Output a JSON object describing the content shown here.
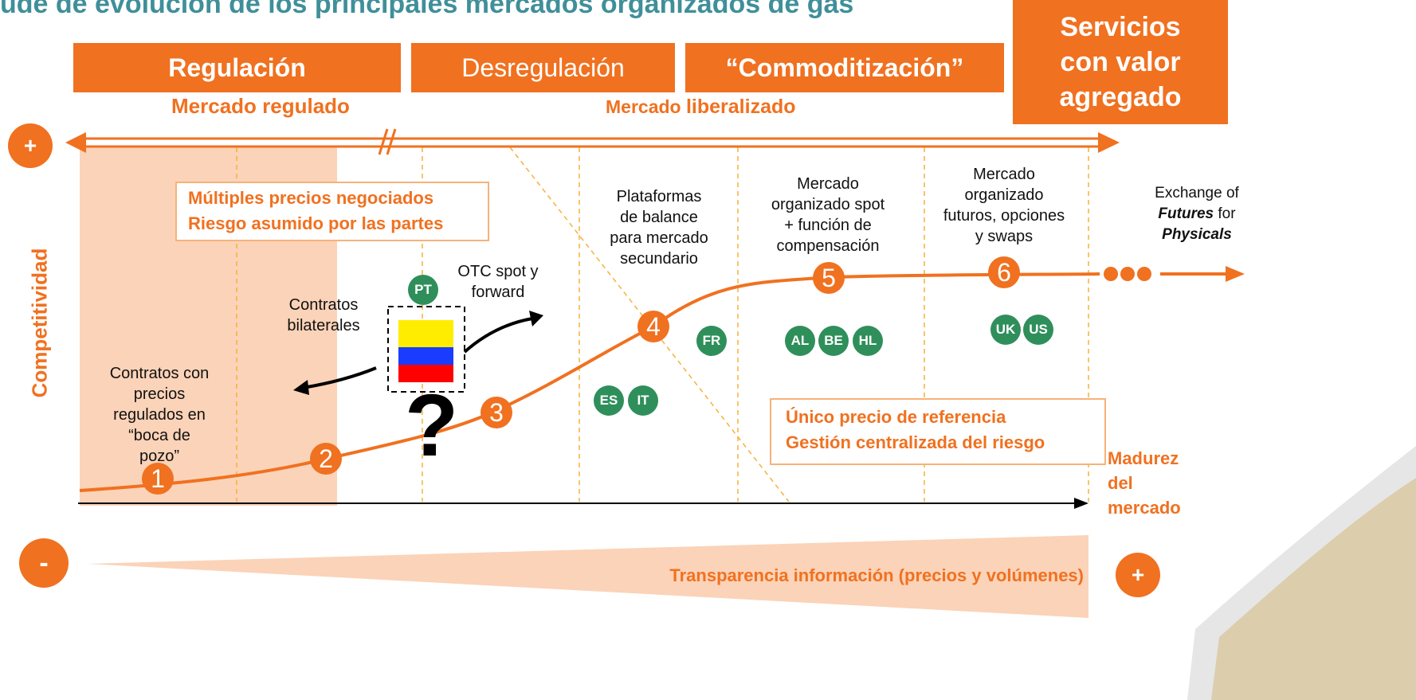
{
  "title": "ude de evolución de los principales mercados organizados de gas",
  "phases": {
    "regulacion": "Regulación",
    "desregulacion": "Desregulación",
    "commoditizacion": "“Commoditización”",
    "servicios": "Servicios\ncon valor\nagregado"
  },
  "market_types": {
    "regulado": "Mercado regulado",
    "liberalizado_a": "Mercado",
    "liberalizado_b": "liberalizado"
  },
  "axis": {
    "y_label": "Competitividad",
    "y_top_sign": "+",
    "x_label": "Madurez\ndel\nmercado",
    "transparency_label": "Transparencia información (precios y volúmenes)",
    "left_sign": "-",
    "right_sign": "+"
  },
  "boxes": {
    "top_left": "Múltiples precios negociados\nRiesgo asumido por las partes",
    "bottom_right": "Único precio de referencia\nGestión centralizada del riesgo"
  },
  "stage_labels": {
    "s1": "Contratos con\nprecios\nregulados en\n“boca de\npozo”",
    "s2": "Contratos\nbilaterales",
    "s3": "OTC spot y\nforward",
    "s4": "Plataformas\nde balance\npara mercado\nsecundario",
    "s5": "Mercado\norganizado spot\n+ función de\ncompensación",
    "s6": "Mercado\norganizado\nfuturos, opciones\ny swaps"
  },
  "exchange": {
    "line1": "Exchange of",
    "futures": "Futures",
    "for": " for",
    "physicals": "Physicals"
  },
  "question_mark": "?",
  "stages": [
    {
      "n": "1"
    },
    {
      "n": "2"
    },
    {
      "n": "3"
    },
    {
      "n": "4"
    },
    {
      "n": "5"
    },
    {
      "n": "6"
    }
  ],
  "countries": [
    "PT",
    "ES",
    "IT",
    "FR",
    "AL",
    "BE",
    "HL",
    "UK",
    "US"
  ],
  "colors": {
    "orange": "#f07120",
    "light_orange": "#fbd3b8",
    "green": "#2f8f5b",
    "teal_title": "#3f8f9a",
    "flag_yellow": "#ffed00",
    "flag_blue": "#1a3cff",
    "flag_red": "#ff0000"
  }
}
